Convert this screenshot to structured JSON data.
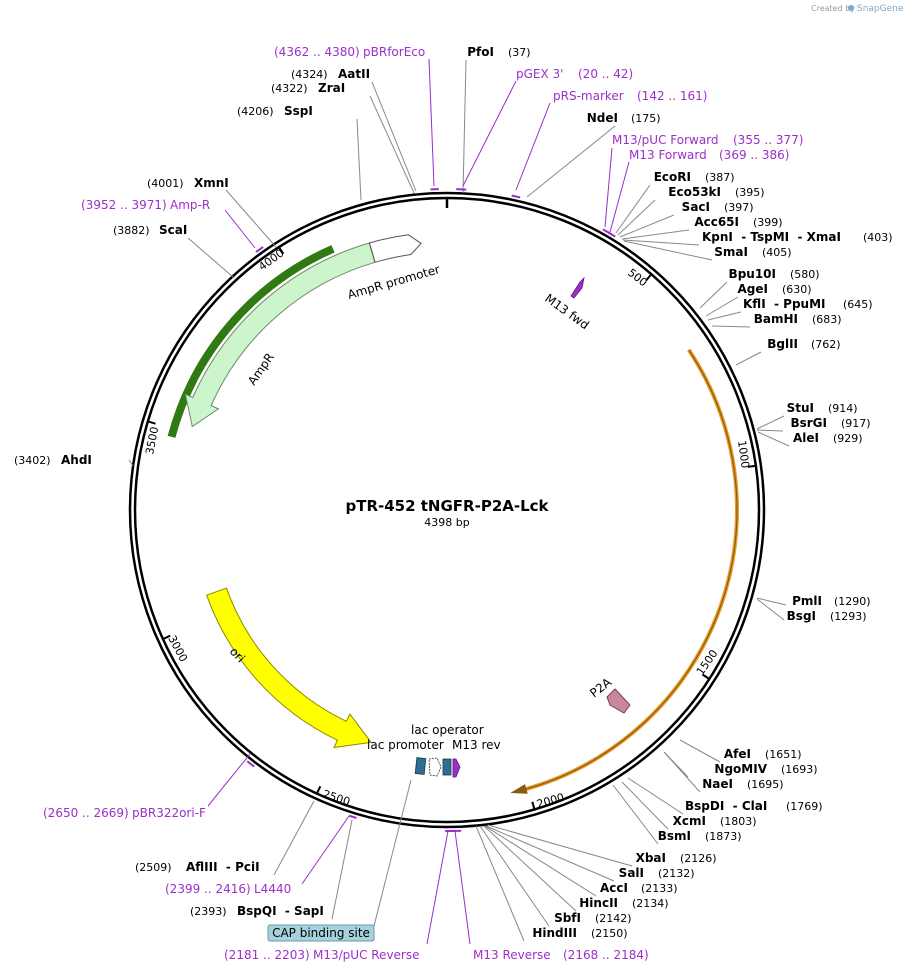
{
  "credit": {
    "created_by": "Created by",
    "brand": "SnapGene"
  },
  "title": "pTR-452 tNGFR-P2A-Lck",
  "length_label": "4398 bp",
  "length": 4398,
  "ticks": [
    "500",
    "1000",
    "1500",
    "2000",
    "2500",
    "3000",
    "3500",
    "4000"
  ],
  "enzymes": [
    {
      "name": "PfoI",
      "pos": "(37)"
    },
    {
      "name": "NdeI",
      "pos": "(175)"
    },
    {
      "name": "EcoRI",
      "pos": "(387)"
    },
    {
      "name": "Eco53kI",
      "pos": "(395)"
    },
    {
      "name": "SacI",
      "pos": "(397)"
    },
    {
      "name": "Acc65I",
      "pos": "(399)"
    },
    {
      "name": "KpnI  - TspMI  - XmaI",
      "pos": "(403)"
    },
    {
      "name": "SmaI",
      "pos": "(405)"
    },
    {
      "name": "Bpu10I",
      "pos": "(580)"
    },
    {
      "name": "AgeI",
      "pos": "(630)"
    },
    {
      "name": "KflI  - PpuMI",
      "pos": "(645)"
    },
    {
      "name": "BamHI",
      "pos": "(683)"
    },
    {
      "name": "BglII",
      "pos": "(762)"
    },
    {
      "name": "StuI",
      "pos": "(914)"
    },
    {
      "name": "BsrGI",
      "pos": "(917)"
    },
    {
      "name": "AleI",
      "pos": "(929)"
    },
    {
      "name": "PmlI",
      "pos": "(1290)"
    },
    {
      "name": "BsgI",
      "pos": "(1293)"
    },
    {
      "name": "AfeI",
      "pos": "(1651)"
    },
    {
      "name": "NgoMIV",
      "pos": "(1693)"
    },
    {
      "name": "NaeI",
      "pos": "(1695)"
    },
    {
      "name": "BspDI  - ClaI",
      "pos": "(1769)"
    },
    {
      "name": "XcmI",
      "pos": "(1803)"
    },
    {
      "name": "BsmI",
      "pos": "(1873)"
    },
    {
      "name": "XbaI",
      "pos": "(2126)"
    },
    {
      "name": "SalI",
      "pos": "(2132)"
    },
    {
      "name": "AccI",
      "pos": "(2133)"
    },
    {
      "name": "HincII",
      "pos": "(2134)"
    },
    {
      "name": "SbfI",
      "pos": "(2142)"
    },
    {
      "name": "HindIII",
      "pos": "(2150)"
    },
    {
      "name": "BspQI  - SapI",
      "pos": "(2393)"
    },
    {
      "name": "AflIII  - PciI",
      "pos": "(2509)"
    },
    {
      "name": "AhdI",
      "pos": "(3402)"
    },
    {
      "name": "ScaI",
      "pos": "(3882)"
    },
    {
      "name": "XmnI",
      "pos": "(4001)"
    },
    {
      "name": "SspI",
      "pos": "(4206)"
    },
    {
      "name": "ZraI",
      "pos": "(4322)"
    },
    {
      "name": "AatII",
      "pos": "(4324)"
    }
  ],
  "primers": [
    {
      "name": "pBRforEco",
      "range": "(4362 .. 4380)"
    },
    {
      "name": "pGEX 3'",
      "range": "(20 .. 42)"
    },
    {
      "name": "pRS-marker",
      "range": "(142 .. 161)"
    },
    {
      "name": "M13/pUC Forward",
      "range": "(355 .. 377)"
    },
    {
      "name": "M13 Forward",
      "range": "(369 .. 386)"
    },
    {
      "name": "Amp-R",
      "range": "(3952 .. 3971)"
    },
    {
      "name": "pBR322ori-F",
      "range": "(2650 .. 2669)"
    },
    {
      "name": "L4440",
      "range": "(2399 .. 2416)"
    },
    {
      "name": "M13/pUC Reverse",
      "range": "(2181 .. 2203)"
    },
    {
      "name": "M13 Reverse",
      "range": "(2168 .. 2184)"
    }
  ],
  "features": {
    "ampr_promoter": "AmpR promoter",
    "ampr": "AmpR",
    "ori": "ori",
    "m13_fwd": "M13 fwd",
    "p2a": "P2A",
    "lac_operator": "lac operator",
    "lac_promoter": "lac promoter",
    "m13_rev": "M13 rev",
    "cap_site": "CAP binding site"
  },
  "colors": {
    "primer": "#9b2fc9",
    "ampr_fill": "#ccf5cc",
    "ampr_highlight": "#2f7a12",
    "ori_fill": "#ffff00",
    "orf_highlight": "#e89a22",
    "p2a_fill": "#c9879c",
    "m13_fill": "#9b2fc9",
    "cap_fill": "#a6d2df"
  }
}
